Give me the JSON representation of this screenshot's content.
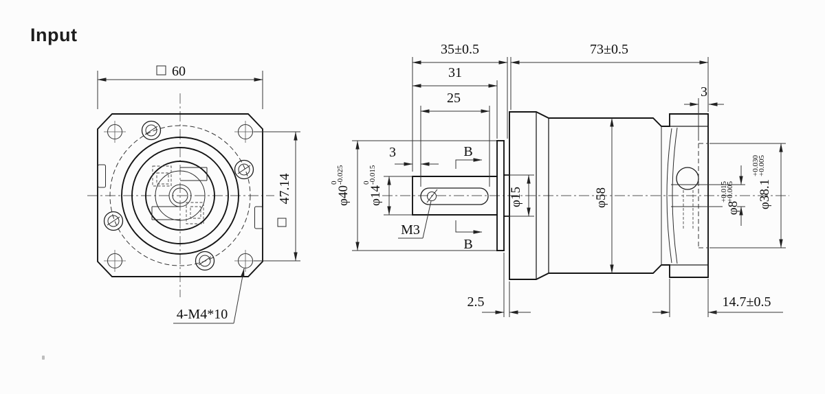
{
  "page": {
    "background": "#fcfcfc",
    "line_color": "#141414"
  },
  "labels": {
    "view_title": "Input"
  },
  "front_view": {
    "dim_flange_width": {
      "symbol": "□",
      "value": "60"
    },
    "dim_bolt_spacing": {
      "symbol": "□",
      "value": "47.14"
    },
    "callout_mount_holes": "4-M4*10"
  },
  "side_view": {
    "dim_front_length": "35±0.5",
    "dim_body_length": "73±0.5",
    "dim_shaft_length": "31",
    "dim_keyway_length": "25",
    "dim_keyway_offset": "3",
    "dim_recess_depth": "3",
    "dim_register_thickness": "2.5",
    "dim_rear_flange_length": "14.7±0.5",
    "callout_setscrew": "M3",
    "section_marker_top": "B",
    "section_marker_bottom": "B",
    "dia_register": {
      "main": "φ40",
      "tol_upper": "0",
      "tol_lower": "-0.025"
    },
    "dia_shaft": {
      "main": "φ14",
      "tol_upper": "0",
      "tol_lower": "-0.015"
    },
    "dia_shaft_base": "φ15",
    "dia_body": "φ58",
    "dia_motor_bore": {
      "main": "φ8",
      "tol_upper": "+0.015",
      "tol_lower": "+0.005"
    },
    "dia_motor_register": {
      "main": "φ38.1",
      "tol_upper": "+0.030",
      "tol_lower": "+0.005"
    }
  }
}
